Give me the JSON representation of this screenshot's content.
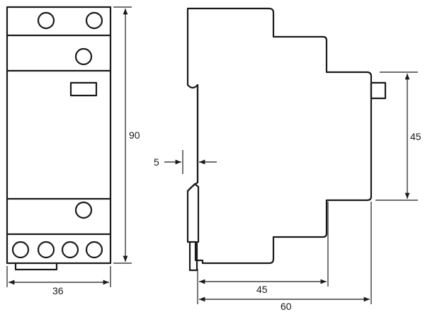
{
  "dimensions": {
    "front_width": "36",
    "front_height": "90",
    "side_gap": "5",
    "side_front_depth": "45",
    "side_total_depth": "60",
    "side_front_height": "45"
  }
}
